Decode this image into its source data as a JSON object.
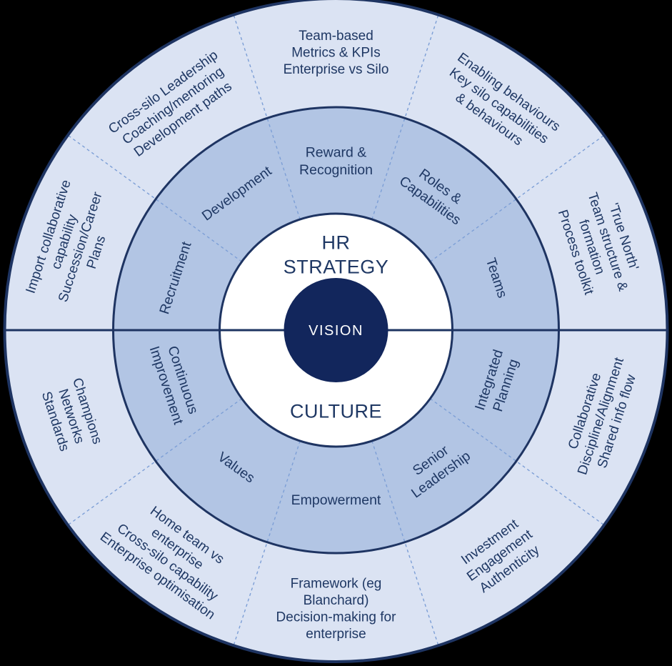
{
  "diagram": {
    "title": "HR Strategy and Culture wheel",
    "center": {
      "label": "VISION"
    },
    "inner_ring": {
      "top_lines": [
        "HR",
        "STRATEGY"
      ],
      "bottom_lines": [
        "CULTURE"
      ]
    },
    "middle_ring": {
      "segments": [
        {
          "angle": 162,
          "lines": [
            "Recruitment"
          ]
        },
        {
          "angle": 126,
          "lines": [
            "Development"
          ]
        },
        {
          "angle": 90,
          "lines": [
            "Reward &",
            "Recognition"
          ]
        },
        {
          "angle": 54,
          "lines": [
            "Roles &",
            "Capabilities"
          ]
        },
        {
          "angle": 18,
          "lines": [
            "Teams"
          ]
        },
        {
          "angle": 198,
          "lines": [
            "Continuous",
            "Improvement"
          ]
        },
        {
          "angle": 234,
          "lines": [
            "Values"
          ]
        },
        {
          "angle": 270,
          "lines": [
            "Empowerment"
          ]
        },
        {
          "angle": 306,
          "lines": [
            "Senior",
            "Leadership"
          ]
        },
        {
          "angle": 342,
          "lines": [
            "Integrated",
            "Planning"
          ]
        }
      ]
    },
    "outer_ring": {
      "segments": [
        {
          "angle": 162,
          "lines": [
            "Import collaborative",
            "capability",
            "Succession/Career",
            "Plans"
          ]
        },
        {
          "angle": 126,
          "lines": [
            "Cross-silo Leadership",
            "Coaching/mentoring",
            "Development paths"
          ]
        },
        {
          "angle": 90,
          "lines": [
            "Team-based",
            "Metrics & KPIs",
            "Enterprise vs Silo"
          ]
        },
        {
          "angle": 54,
          "lines": [
            "Enabling behaviours",
            "Key silo capabilities",
            "& behaviours"
          ]
        },
        {
          "angle": 18,
          "lines": [
            "'True North'",
            "Team structure &",
            "formation",
            "Process toolkit"
          ]
        },
        {
          "angle": 198,
          "lines": [
            "Champions",
            "Networks",
            "Standards"
          ]
        },
        {
          "angle": 234,
          "lines": [
            "Home team vs",
            "enterprise",
            "Cross-silo capability",
            "Enterprise optimisation"
          ]
        },
        {
          "angle": 270,
          "lines": [
            "Framework (eg",
            "Blanchard)",
            "Decision-making for",
            "enterprise"
          ]
        },
        {
          "angle": 306,
          "lines": [
            "Investment",
            "Engagement",
            "Authenticity"
          ]
        },
        {
          "angle": 342,
          "lines": [
            "Collaborative",
            "Discipline/Alignment",
            "Shared info flow"
          ]
        }
      ]
    },
    "colors": {
      "background": "#000000",
      "outer_ring_fill": "#dbe3f3",
      "middle_ring_fill": "#b2c5e4",
      "inner_ring_fill": "#ffffff",
      "center_circle_fill": "#12265c",
      "border_stroke": "#1e3462",
      "divider_stroke": "#7d9fd6",
      "label_text": "#1f3864",
      "center_text": "#ffffff"
    }
  }
}
